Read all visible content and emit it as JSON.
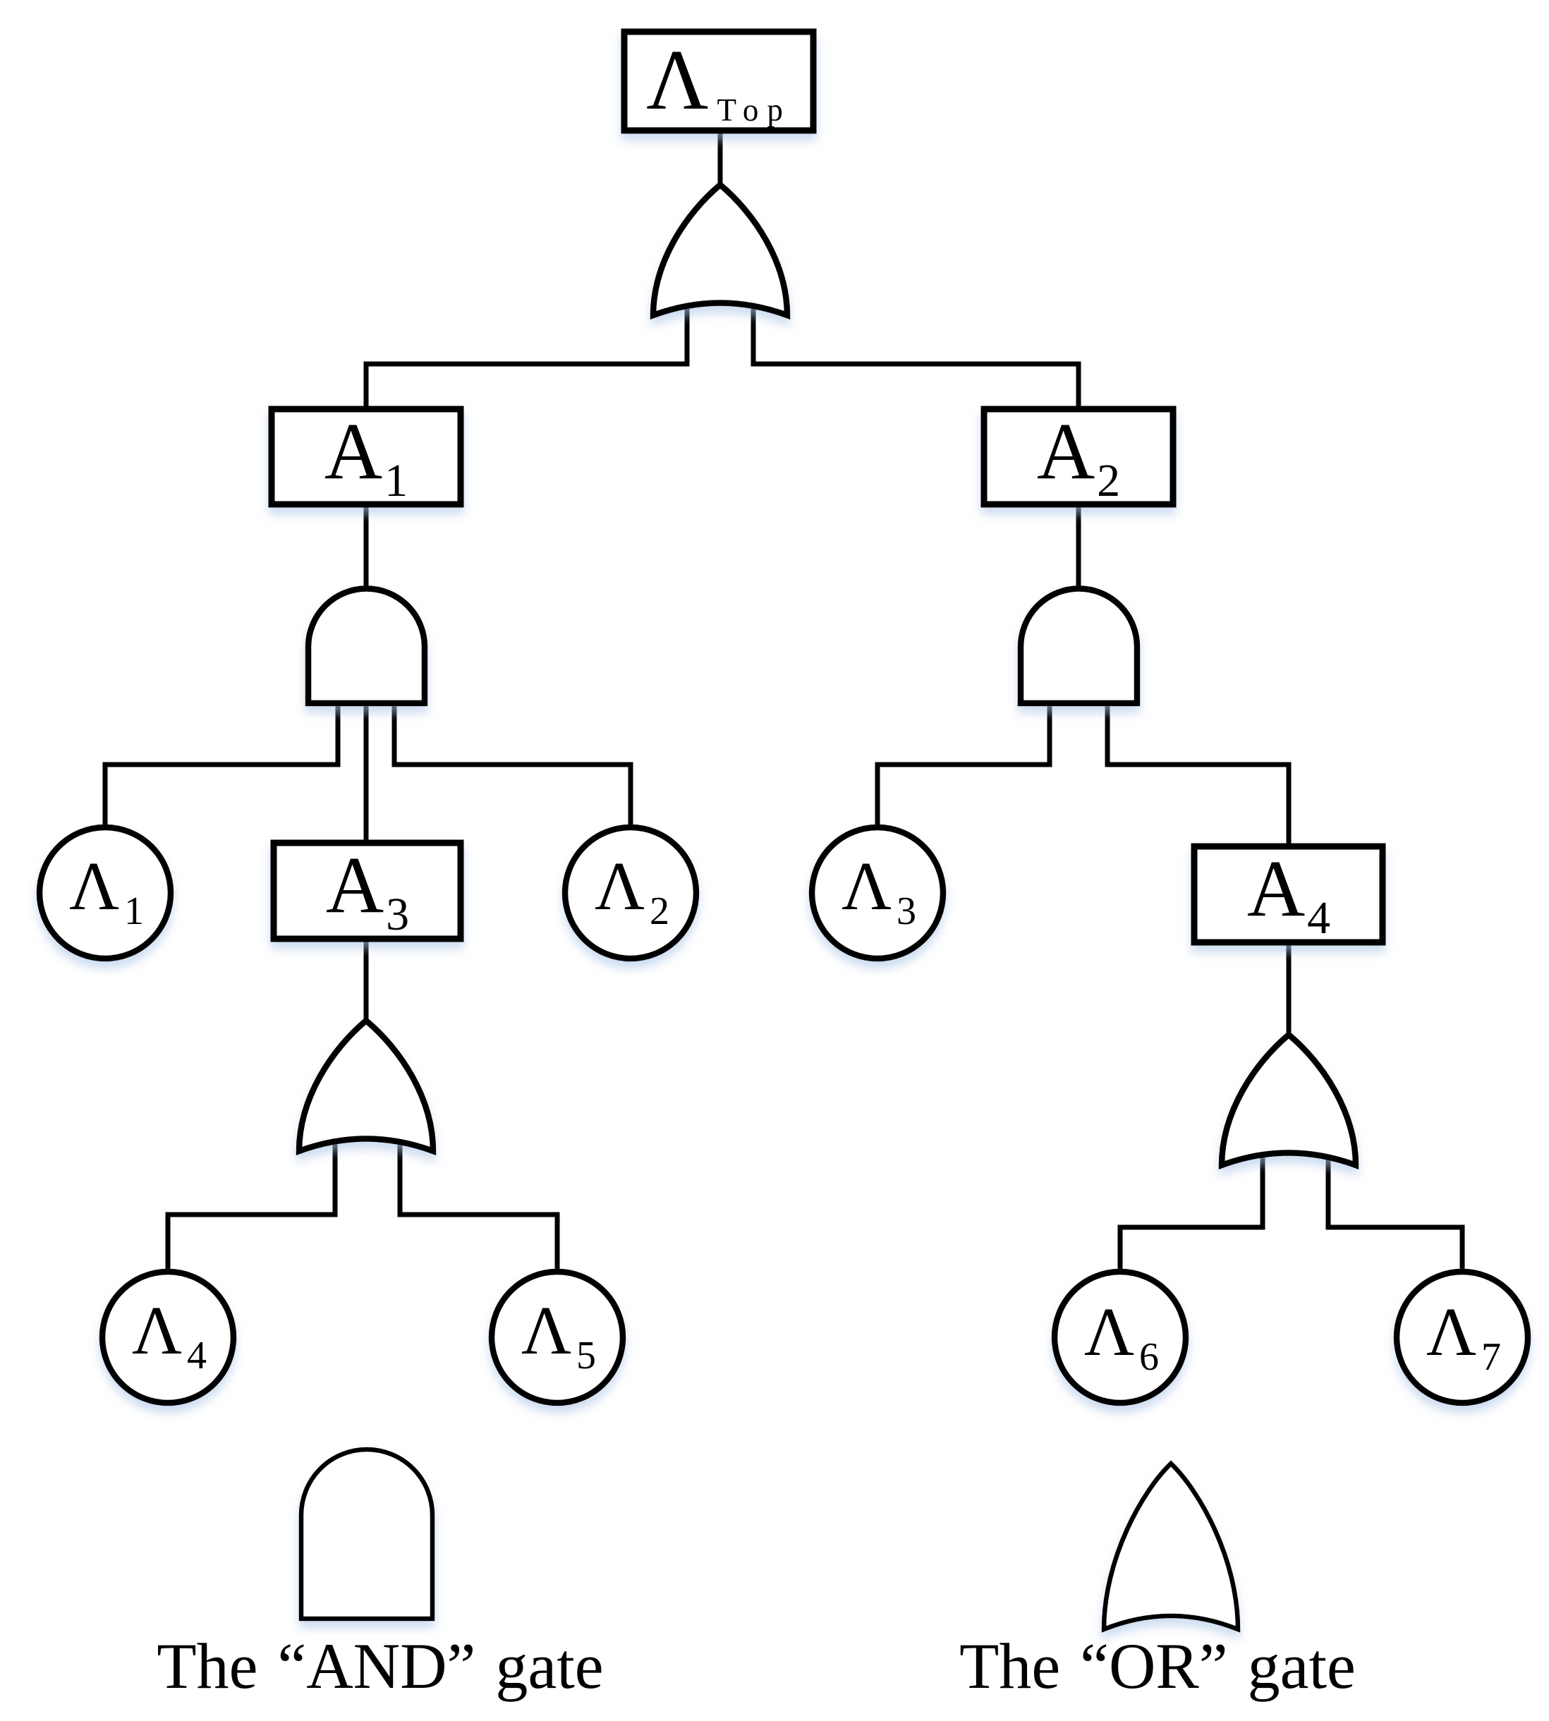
{
  "diagram_type": "fault-tree",
  "nodes": {
    "top": {
      "main": "Λ",
      "sub": "Top",
      "shape": "rectangle"
    },
    "a1": {
      "main": "A",
      "sub": "1",
      "shape": "rectangle"
    },
    "a2": {
      "main": "A",
      "sub": "2",
      "shape": "rectangle"
    },
    "a3": {
      "main": "A",
      "sub": "3",
      "shape": "rectangle"
    },
    "a4": {
      "main": "A",
      "sub": "4",
      "shape": "rectangle"
    },
    "l1": {
      "main": "Λ",
      "sub": "1",
      "shape": "circle"
    },
    "l2": {
      "main": "Λ",
      "sub": "2",
      "shape": "circle"
    },
    "l3": {
      "main": "Λ",
      "sub": "3",
      "shape": "circle"
    },
    "l4": {
      "main": "Λ",
      "sub": "4",
      "shape": "circle"
    },
    "l5": {
      "main": "Λ",
      "sub": "5",
      "shape": "circle"
    },
    "l6": {
      "main": "Λ",
      "sub": "6",
      "shape": "circle"
    },
    "l7": {
      "main": "Λ",
      "sub": "7",
      "shape": "circle"
    }
  },
  "gates": [
    {
      "id": "g1",
      "type": "OR",
      "parent": "top",
      "children": [
        "a1",
        "a2"
      ]
    },
    {
      "id": "g2",
      "type": "AND",
      "parent": "a1",
      "children": [
        "l1",
        "a3",
        "l2"
      ]
    },
    {
      "id": "g3",
      "type": "AND",
      "parent": "a2",
      "children": [
        "l3",
        "a4"
      ]
    },
    {
      "id": "g4",
      "type": "OR",
      "parent": "a3",
      "children": [
        "l4",
        "l5"
      ]
    },
    {
      "id": "g5",
      "type": "OR",
      "parent": "a4",
      "children": [
        "l6",
        "l7"
      ]
    }
  ],
  "legend": {
    "and": {
      "prefix": "The",
      "quoted": "“AND”",
      "suffix": "gate"
    },
    "or": {
      "prefix": "The",
      "quoted": "“OR”",
      "suffix": "gate"
    }
  },
  "colors": {
    "stroke": "#000000",
    "fill": "#ffffff",
    "shadow": "#aac4e6",
    "background": "#ffffff"
  }
}
